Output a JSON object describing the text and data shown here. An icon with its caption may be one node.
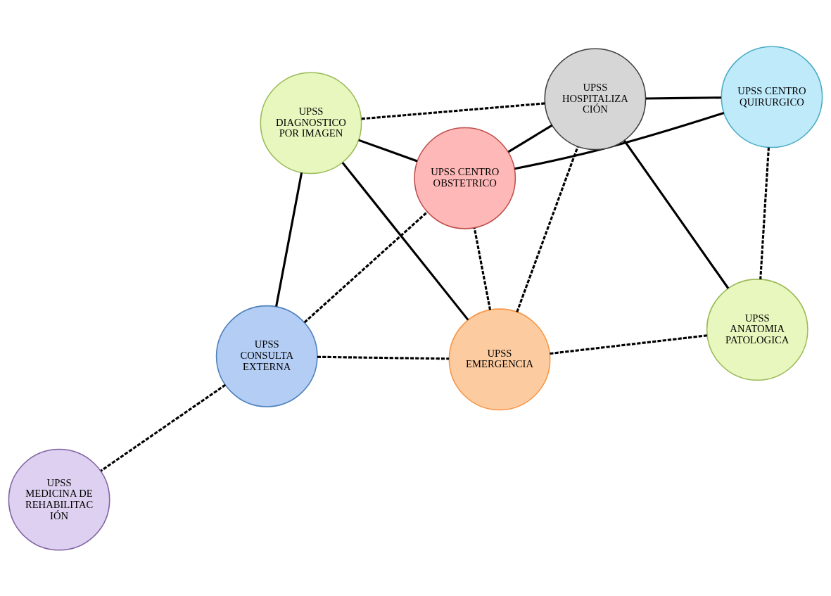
{
  "diagram": {
    "nodes": [
      {
        "text": [
          "UPSS MEDICINA DE REHABILITAC IÓN"
        ]
      },
      {
        "text": [
          "UPSS CENTRO OBSTETRICO"
        ]
      },
      {
        "text": [
          "UPSS CONSULTA EXTERNA"
        ]
      },
      {
        "text": [
          "UPSS DIAGNOSTICO POR IMAGEN"
        ]
      },
      {
        "text": [
          "UPSS CENTRO QUIRURGICO"
        ]
      },
      {
        "text": [
          "UPSS HOSPITALIZA CIÓN"
        ]
      },
      {
        "text": [
          "UPSS EMERGENCIA"
        ]
      },
      {
        "text": [
          "UPSS ANATOMIA PATOLOGICA"
        ]
      }
    ],
    "edges": [
      {
        "from": 2,
        "to": 0,
        "arrow": "none",
        "style": "dashed"
      },
      {
        "from": 2,
        "to": 1,
        "arrow": "none",
        "style": "dashed"
      },
      {
        "from": 2,
        "to": 3,
        "arrow": "none"
      },
      {
        "from": 2,
        "to": 6,
        "arrow": "none",
        "style": "dashed"
      },
      {
        "from": 3,
        "to": 1,
        "arrow": "none"
      },
      {
        "from": 3,
        "to": 5,
        "arrow": "none",
        "style": "dashed"
      },
      {
        "from": 3,
        "to": 6,
        "arrow": "none"
      },
      {
        "from": 6,
        "to": 1,
        "arrow": "none",
        "style": "dashed"
      },
      {
        "from": 1,
        "to": 5,
        "arrow": "none"
      },
      {
        "from": 1,
        "to": 4,
        "arrow": "none"
      },
      {
        "from": 5,
        "to": 4,
        "arrow": "none"
      },
      {
        "from": 4,
        "to": 7,
        "arrow": "none",
        "style": "dashed"
      },
      {
        "from": 5,
        "to": 7,
        "arrow": "none"
      },
      {
        "from": 6,
        "to": 5,
        "arrow": "none",
        "style": "dashed"
      },
      {
        "from": 6,
        "to": 7,
        "arrow": "none",
        "style": "dashed"
      }
    ]
  }
}
